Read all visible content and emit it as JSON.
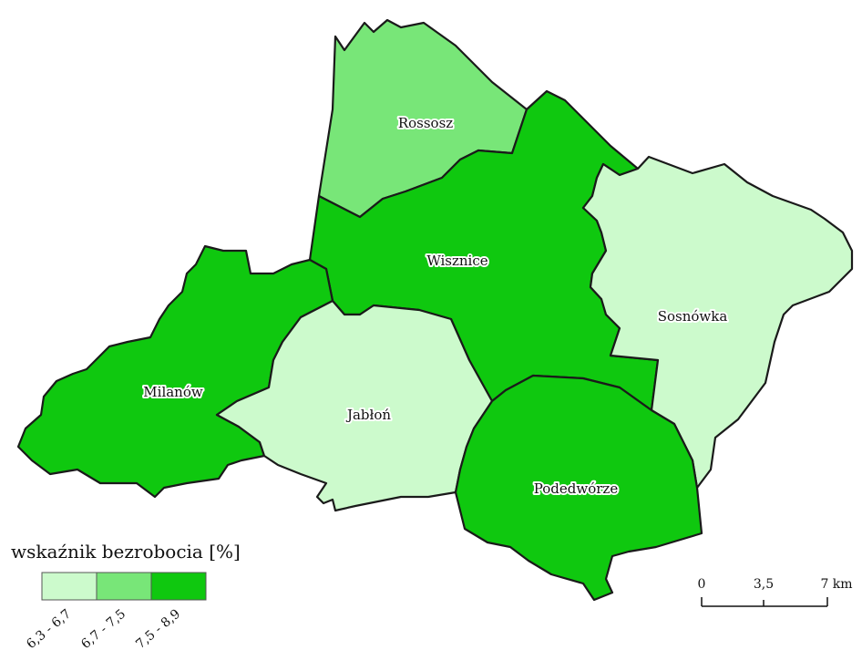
{
  "map": {
    "regions": [
      {
        "id": "rossosz",
        "label": "Rossosz",
        "class": 1
      },
      {
        "id": "wisznice",
        "label": "Wisznice",
        "class": 2
      },
      {
        "id": "sosnowka",
        "label": "Sosnówka",
        "class": 0
      },
      {
        "id": "milanow",
        "label": "Milanów",
        "class": 2
      },
      {
        "id": "jablon",
        "label": "Jabłoń",
        "class": 0
      },
      {
        "id": "podedworze",
        "label": "Podedwórze",
        "class": 2
      }
    ]
  },
  "legend": {
    "title": "wskaźnik bezrobocia [%]",
    "classes": [
      {
        "label": "6,3 - 6,7",
        "color": "#ccfacc"
      },
      {
        "label": "6,7 - 7,5",
        "color": "#78e678"
      },
      {
        "label": "7,5 - 8,9",
        "color": "#0fc80f"
      }
    ]
  },
  "scale_bar": {
    "labels": [
      "0",
      "3,5",
      "7 km"
    ]
  }
}
